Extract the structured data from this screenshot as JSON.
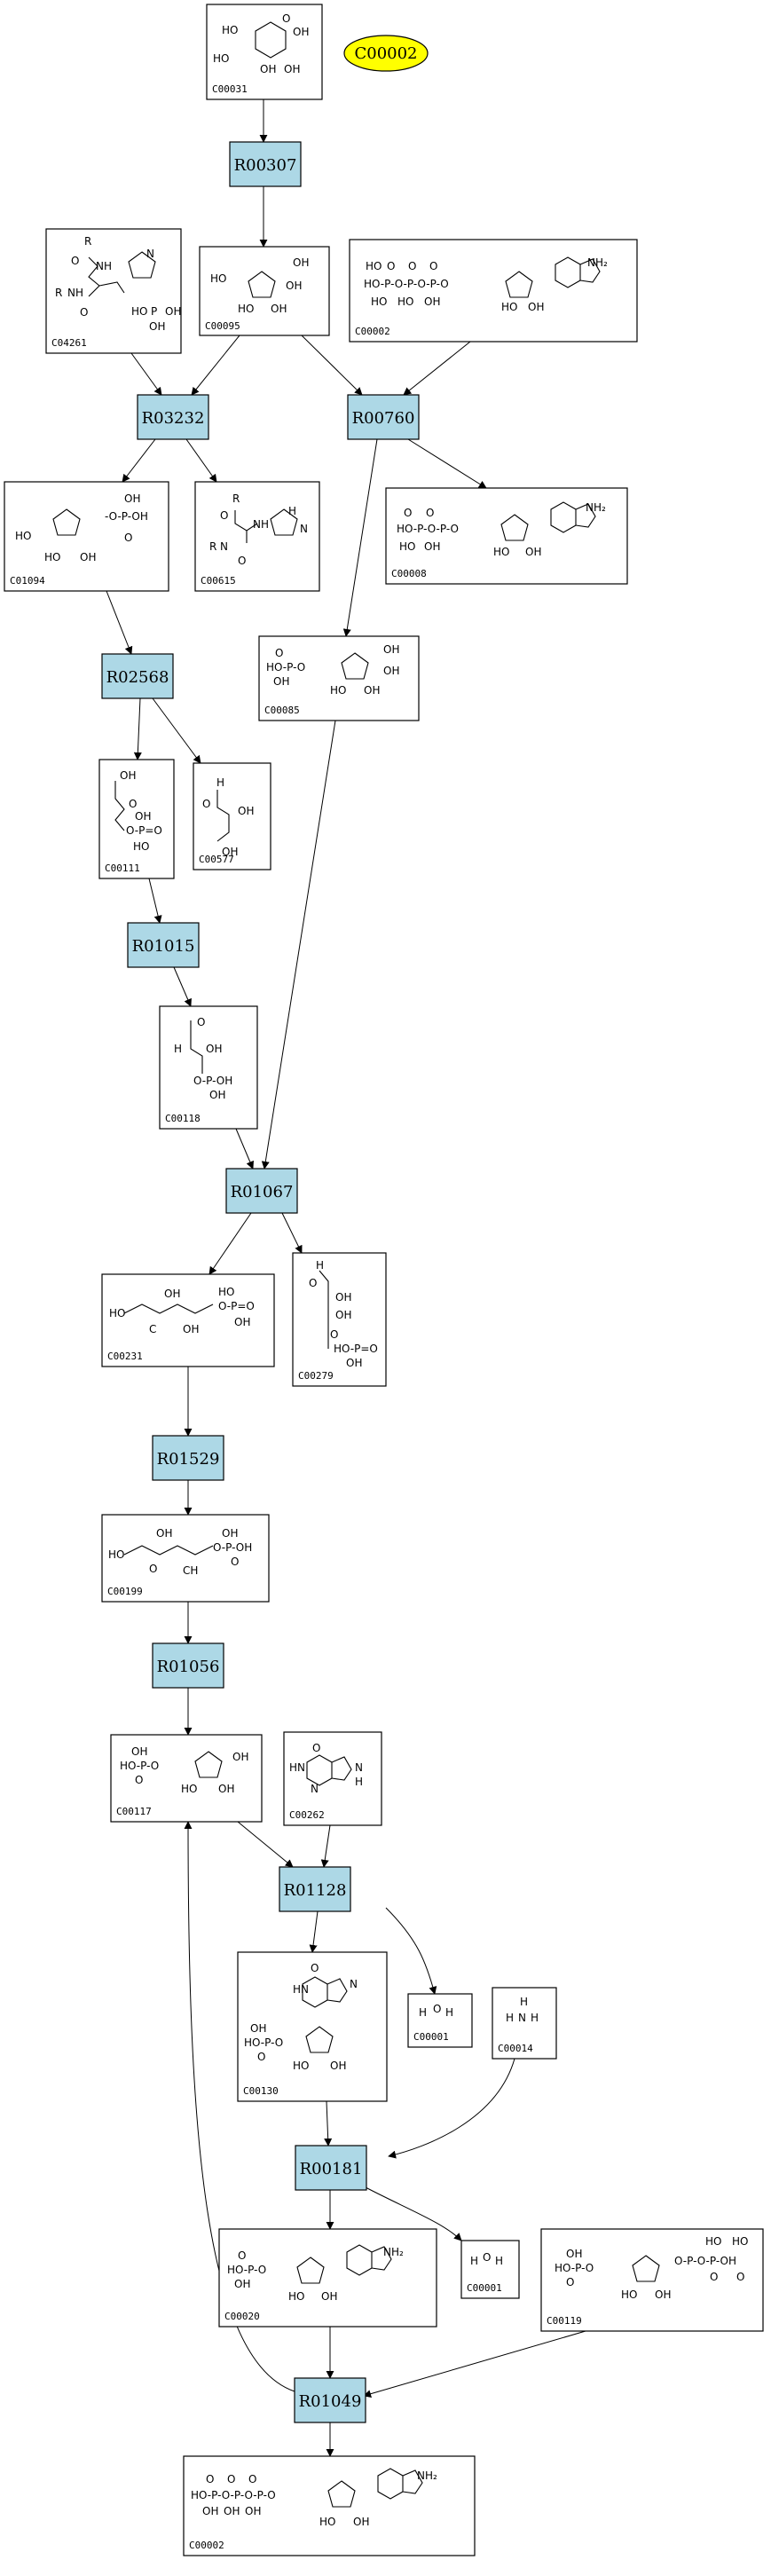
{
  "colors": {
    "reaction_fill": "#add8e6",
    "target_fill": "#ffff00",
    "line": "#000000"
  },
  "target": {
    "id": "C00002"
  },
  "compounds": {
    "c00031": "C00031",
    "c00095": "C00095",
    "c00002a": "C00002",
    "c04261": "C04261",
    "c01094": "C01094",
    "c00615": "C00615",
    "c00008": "C00008",
    "c00085": "C00085",
    "c00111": "C00111",
    "c00577": "C00577",
    "c00118": "C00118",
    "c00231": "C00231",
    "c00279": "C00279",
    "c00199": "C00199",
    "c00117": "C00117",
    "c00262": "C00262",
    "c00130": "C00130",
    "c00001a": "C00001",
    "c00014": "C00014",
    "c00020": "C00020",
    "c00001b": "C00001",
    "c00119": "C00119",
    "c00002b": "C00002"
  },
  "reactions": {
    "r00307": "R00307",
    "r03232": "R03232",
    "r00760": "R00760",
    "r02568": "R02568",
    "r01015": "R01015",
    "r01067": "R01067",
    "r01529": "R01529",
    "r01056": "R01056",
    "r01128": "R01128",
    "r00181": "R00181",
    "r01049": "R01049"
  }
}
